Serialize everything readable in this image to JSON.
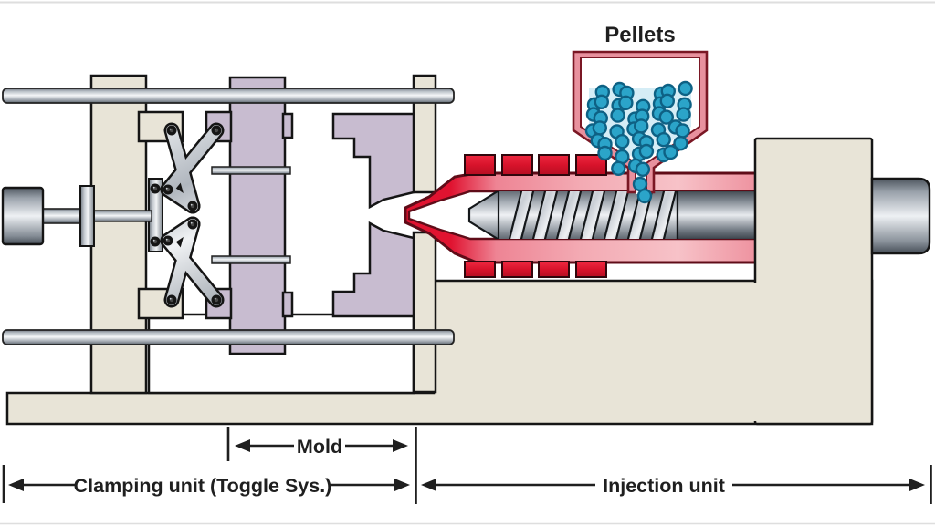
{
  "labels": {
    "pellets": "Pellets",
    "mold": "Mold",
    "clamping_unit": "Clamping unit (Toggle Sys.)",
    "injection_unit": "Injection unit"
  },
  "colors": {
    "outline": "#151515",
    "label": "#1f1f1f",
    "beige": "#e8e4d7",
    "purple": "#c8bcd0",
    "frame_white": "#ffffff",
    "heater_red": "#d8132b",
    "heater_red_dark": "#30060c",
    "barrel_edge": "#5f0c18",
    "nozzle_red": "#e01330",
    "barrel_pink": "#f3aab3",
    "hopper_rim": "#e8919e",
    "hopper_rim_edge": "#7a1724",
    "pellet_blue": "#2ba4c9",
    "pellet_edge": "#0e6184",
    "pellet_glow": "#d5edf6",
    "border_line": "#dedede"
  },
  "pellets": {
    "count": 46,
    "radius": 7
  },
  "screw": {
    "flight_count": 7
  },
  "heater_bands": {
    "x_positions": [
      509,
      550,
      590,
      631
    ],
    "width": 33
  }
}
